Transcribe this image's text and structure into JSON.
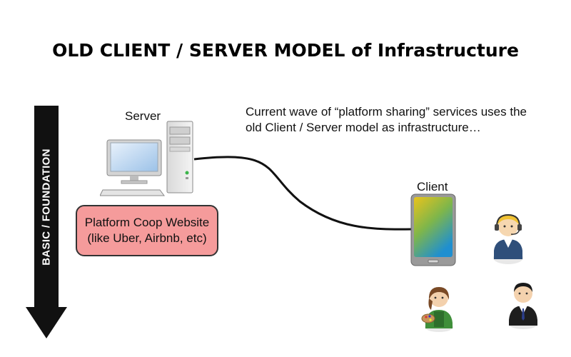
{
  "title": "OLD CLIENT / SERVER MODEL of Infrastructure",
  "foundation_arrow": {
    "label": "BASIC / FOUNDATION"
  },
  "server": {
    "label": "Server"
  },
  "platform_box": {
    "line1": "Platform Coop Website",
    "line2": "(like Uber, Airbnb, etc)"
  },
  "note": {
    "line1": "Current wave of “platform sharing” services uses the",
    "line2": "old Client / Server model as infrastructure…"
  },
  "client": {
    "label": "Client"
  },
  "colors": {
    "box_fill": "#f59b9b",
    "arrow": "#111111",
    "phone_gradient_top": "#e9c31c",
    "phone_gradient_bottom": "#1f8fd0"
  },
  "icons": [
    "desktop-computer-icon",
    "smartphone-icon",
    "support-agent-icon",
    "painter-icon",
    "businessman-icon"
  ]
}
